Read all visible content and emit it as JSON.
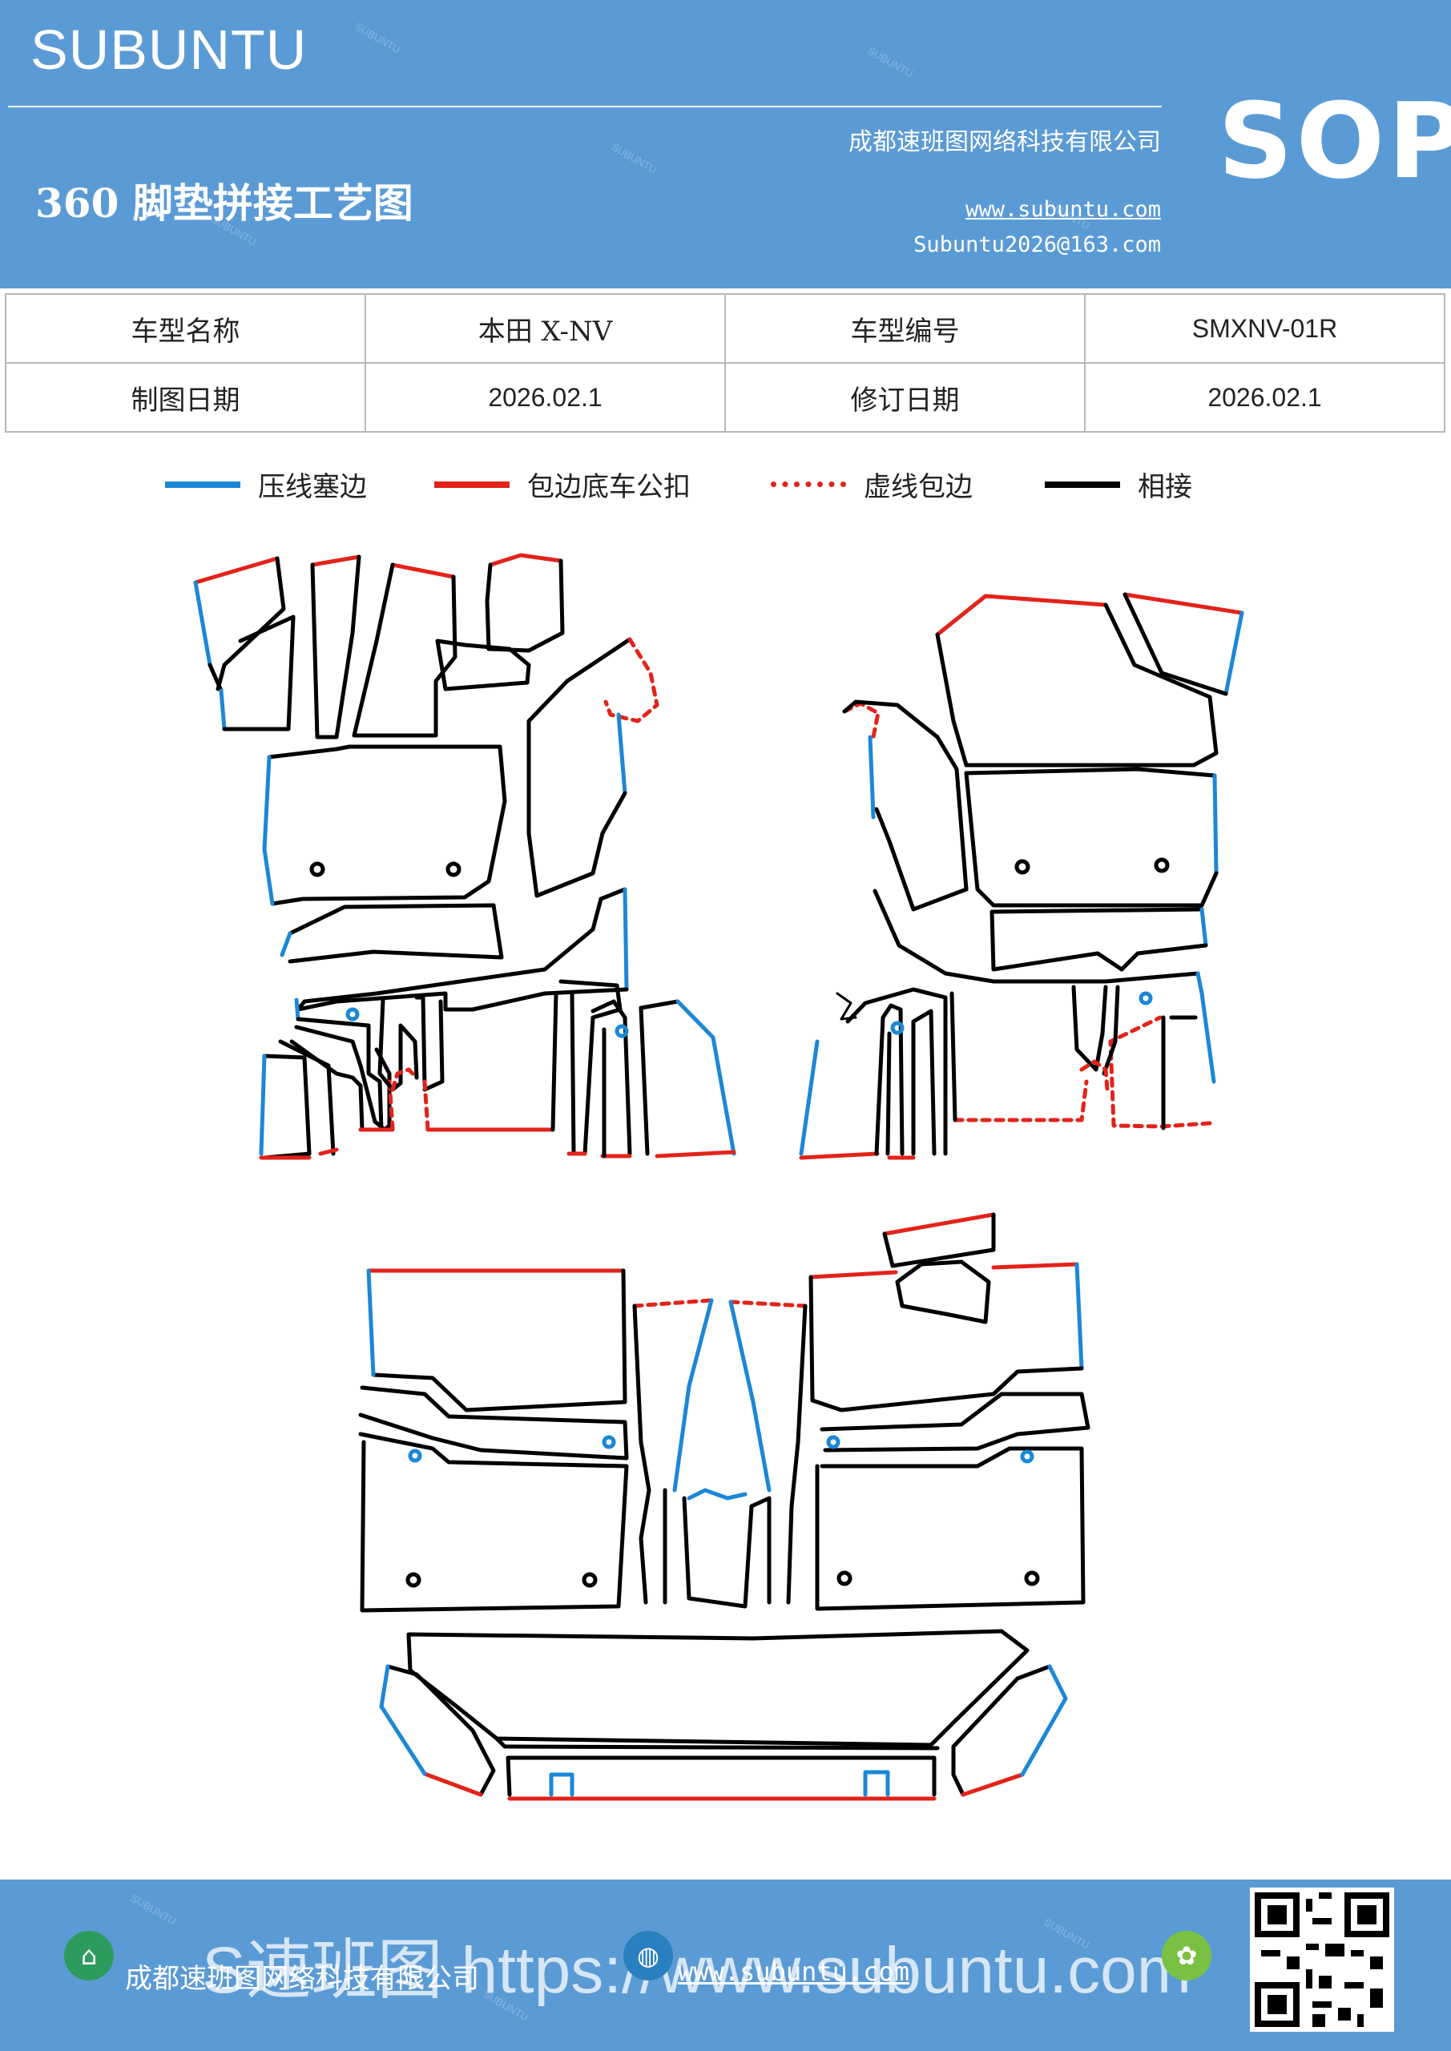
{
  "header": {
    "brand": "SUBUNTU",
    "title": "360 脚垫拼接工艺图",
    "company": "成都速班图网络科技有限公司",
    "website": "www.subuntu.com",
    "email": "Subuntu2026@163.com",
    "badge": "SOP"
  },
  "info_table": {
    "model_name_label": "车型名称",
    "model_name_value": "本田 X-NV",
    "model_code_label": "车型编号",
    "model_code_value": "SMXNV-01R",
    "draw_date_label": "制图日期",
    "draw_date_value": "2026.02.1",
    "revision_date_label": "修订日期",
    "revision_date_value": "2026.02.1"
  },
  "legend": [
    {
      "label": "压线塞边",
      "color": "#1c87d6",
      "style": "solid"
    },
    {
      "label": "包边底车公扣",
      "color": "#e2231a",
      "style": "solid"
    },
    {
      "label": "虚线包边",
      "color": "#e2231a",
      "style": "dotted"
    },
    {
      "label": "相接",
      "color": "#000000",
      "style": "solid"
    }
  ],
  "footer": {
    "company": "成都速班图网络科技有限公司",
    "website": "www.subuntu.com",
    "overlay_text": "S速班图 https://www.subuntu.com",
    "icons": [
      "building-icon",
      "globe-icon",
      "leaf-icon"
    ]
  },
  "colors": {
    "brand_blue": "#5b9bd5",
    "line_blue": "#1c87d6",
    "line_red": "#e2231a",
    "line_black": "#000000"
  }
}
